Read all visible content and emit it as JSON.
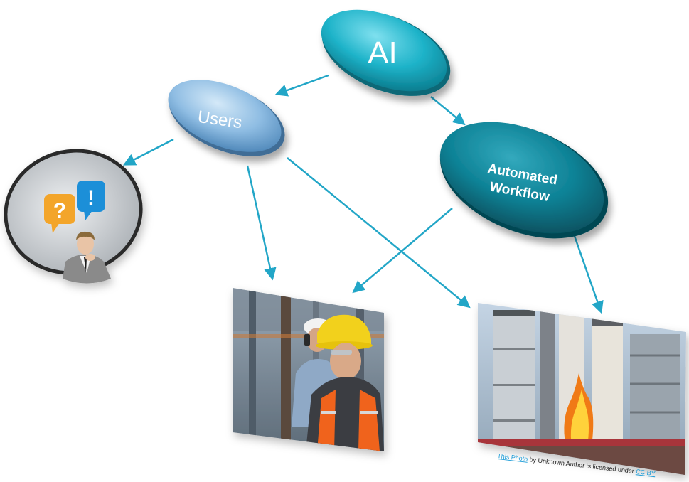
{
  "nodes": {
    "ai": {
      "label": "AI"
    },
    "users": {
      "label": "Users"
    },
    "workflow": {
      "line1": "Automated",
      "line2": "Workflow"
    }
  },
  "images": {
    "user_question": {
      "icon_glyphs": [
        "?",
        "!"
      ]
    }
  },
  "credit": {
    "photo_link": "This Photo",
    "middle": " by Unknown Author is licensed under ",
    "license_link1": "CC",
    "license_link2": "BY"
  },
  "colors": {
    "arrow": "#22a6c7",
    "ai_node": "#1eb3c9",
    "users_node": "#8fbde3",
    "workflow_node": "#0e8296"
  }
}
